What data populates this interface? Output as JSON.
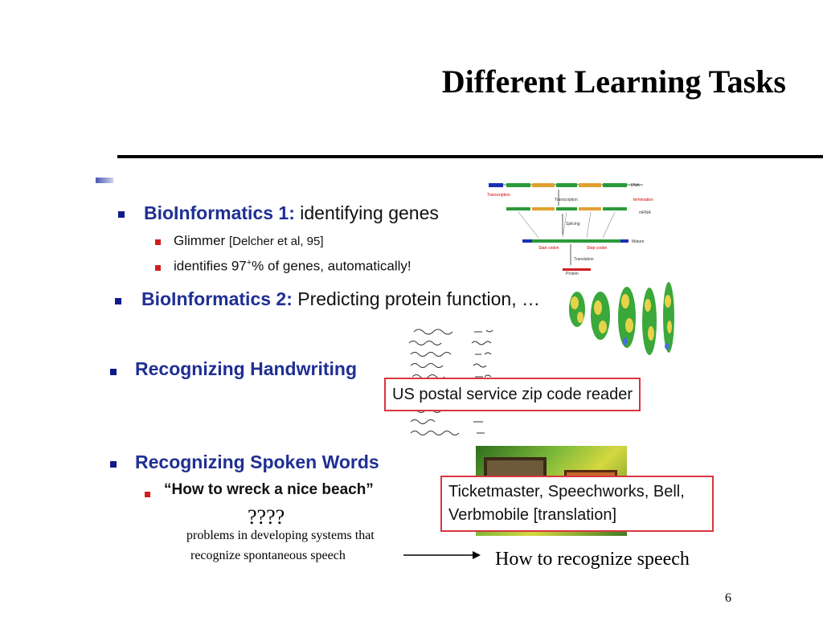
{
  "slide": {
    "title": "Different Learning Tasks",
    "page_number": "6"
  },
  "items": {
    "bio1_label": "BioInformatics 1:",
    "bio1_text": "identifying genes",
    "glimmer_name": "Glimmer",
    "glimmer_cite": "[Delcher et al, 95]",
    "identifies_a": "identifies 97",
    "identifies_sup": "+",
    "identifies_b": "% of genes, automatically!",
    "bio2_label": "BioInformatics 2:",
    "bio2_text": "Predicting protein function, …",
    "handwriting": "Recognizing Handwriting",
    "zip_reader": "US postal service zip code reader",
    "spoken": "Recognizing Spoken Words",
    "wreck_quote": "“How to wreck a nice beach”",
    "speech_line1": "Ticketmaster, Speechworks, Bell,",
    "speech_line2": "Verbmobile [translation]"
  },
  "annotations": {
    "question_marks": "????",
    "problems_line1": "problems in developing systems that",
    "problems_line2": "recognize spontaneous speech",
    "how_to": "How to recognize speech"
  },
  "colors": {
    "bullet_blue": "#1f2f94",
    "bullet_red": "#d21d1d",
    "box_red": "#d8363f"
  }
}
